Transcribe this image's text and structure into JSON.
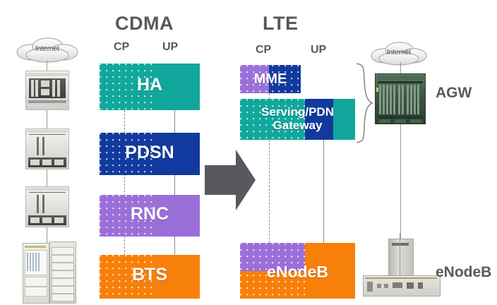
{
  "diagram": {
    "title_cdma": "CDMA",
    "title_lte": "LTE",
    "plane_cp": "CP",
    "plane_up": "UP",
    "arrow_icon": "right-arrow-icon",
    "transition_meaning": "CDMA network evolves to LTE network"
  },
  "cdma": {
    "heading": "CDMA",
    "planes": {
      "control": "CP",
      "user": "UP"
    },
    "nodes": [
      {
        "id": "ha",
        "label": "HA",
        "color": "#11A79C",
        "dot_texture": true
      },
      {
        "id": "pdsn",
        "label": "PDSN",
        "color": "#123A9E",
        "dot_texture": true
      },
      {
        "id": "rnc",
        "label": "RNC",
        "color": "#9B6FD8",
        "dot_texture": true
      },
      {
        "id": "bts",
        "label": "BTS",
        "color": "#F7800B",
        "dot_texture": true
      }
    ]
  },
  "lte": {
    "heading": "LTE",
    "planes": {
      "control": "CP",
      "user": "UP"
    },
    "nodes": [
      {
        "id": "mme",
        "label": "MME",
        "cp_color": "#9B6FD8",
        "up_color": "#123A9E"
      },
      {
        "id": "sgw",
        "label": "Serving/PDN\nGateway",
        "cp_color": "#11A79C",
        "up_color": "#123A9E"
      },
      {
        "id": "enodeb",
        "label": "eNodeB",
        "cp_color": "#9B6FD8",
        "up_color": "#F7800B"
      }
    ]
  },
  "left_stack": {
    "cloud_label": "Internet",
    "elements": [
      {
        "id": "ha-chassis",
        "type": "router-chassis"
      },
      {
        "id": "pdsn-chassis",
        "type": "router-chassis"
      },
      {
        "id": "rnc-chassis",
        "type": "router-chassis"
      },
      {
        "id": "bts-rack",
        "type": "base-station-rack"
      }
    ]
  },
  "right_stack": {
    "cloud_label": "Internet",
    "agw_label": "AGW",
    "enodeb_label": "eNodeB",
    "brace_icon": "curly-brace-icon"
  },
  "colors": {
    "teal": "#11A79C",
    "blue": "#123A9E",
    "purple": "#9B6FD8",
    "orange": "#F7800B",
    "gray_text": "#595959",
    "arrow_gray": "#58585E",
    "line_gray": "#8a8a8a",
    "background": "#FFFFFF"
  }
}
